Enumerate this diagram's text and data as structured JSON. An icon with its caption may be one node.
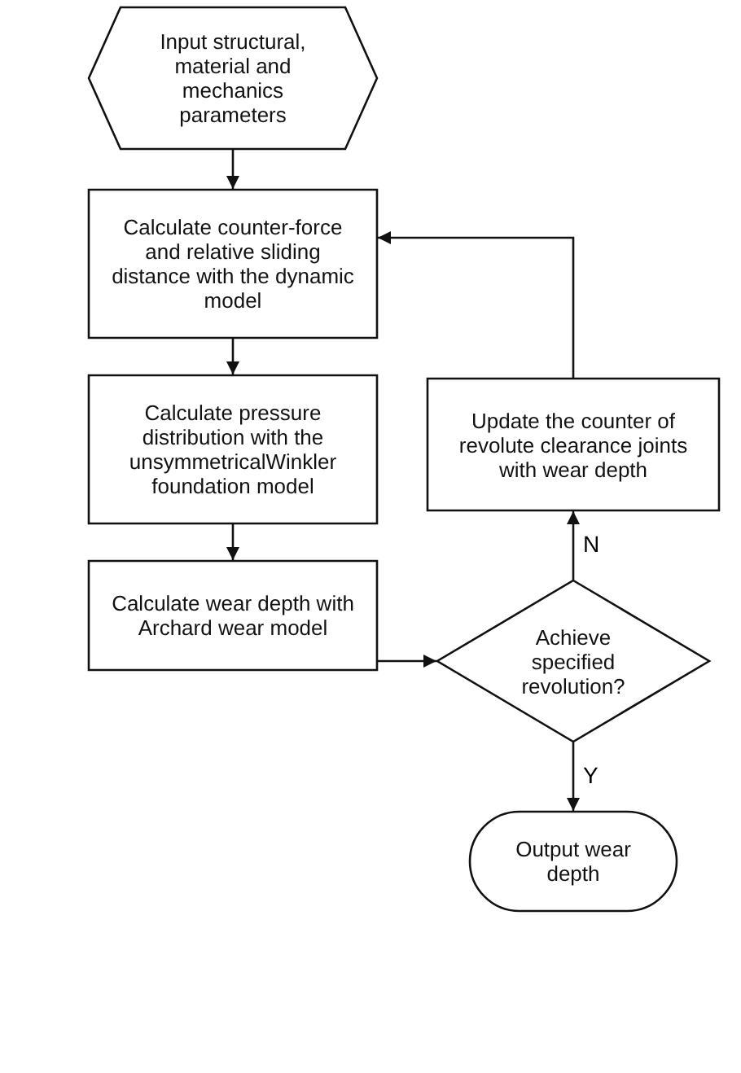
{
  "diagram": {
    "nodes": [
      {
        "text": [
          "Input structural, material and mechanics parameters"
        ]
      },
      {
        "text": [
          "Calculate counter-force and relative sliding distance with the dynamic model"
        ]
      },
      {
        "text": [
          "Calculate pressure distribution with the unsymmetricalWinkler foundation model"
        ]
      },
      {
        "text": [
          "Calculate wear depth with Archard wear model"
        ]
      },
      {
        "text": [
          "Achieve specified revolution?"
        ]
      },
      {
        "text": [
          "Update the counter of revolute clearance joints with wear depth"
        ]
      },
      {
        "text": [
          "Output wear depth"
        ]
      }
    ],
    "edges": [
      {
        "from": 0,
        "to": 1,
        "arrow": "to"
      },
      {
        "from": 1,
        "to": 2,
        "arrow": "to"
      },
      {
        "from": 2,
        "to": 3,
        "arrow": "to"
      },
      {
        "from": 3,
        "to": 4,
        "arrow": "to"
      },
      {
        "from": 4,
        "to": 5,
        "arrow": "to",
        "label": "N"
      },
      {
        "from": 5,
        "to": 1,
        "arrow": "to"
      },
      {
        "from": 4,
        "to": 6,
        "arrow": "to",
        "label": "Y"
      }
    ]
  }
}
